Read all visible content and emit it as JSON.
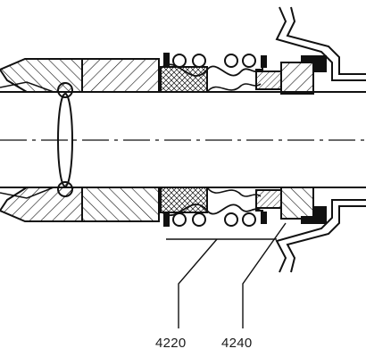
{
  "callouts": [
    {
      "id": "4220",
      "text": "4220"
    },
    {
      "id": "4240",
      "text": "4240"
    }
  ],
  "colors": {
    "line": "#111111",
    "fill": "#ffffff",
    "solid": "#111111"
  }
}
